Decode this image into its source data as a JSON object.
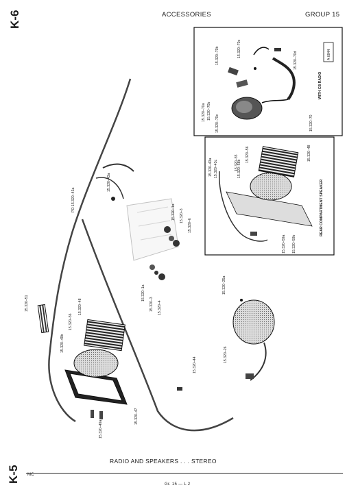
{
  "header": {
    "page_code_top": "K-6",
    "section": "ACCESSORIES",
    "group": "GROUP 15",
    "ref_number": "A 6844"
  },
  "footer": {
    "page_code_bottom": "K-5",
    "caption": "RADIO AND SPEAKERS . . . STEREO",
    "left_mark": "MC",
    "page_ref": "Gr. 15 — L 2"
  },
  "inset_cb": {
    "title": "WITH CB RADIO",
    "labels": [
      "15.320–70b",
      "15.320–70c",
      "15.320–70d",
      "15.320–70a",
      "15.320–70b",
      "15.320–70c",
      "15.320–70"
    ]
  },
  "inset_rear": {
    "title": "REAR COMPARTMENT SPEAKER",
    "labels": [
      "15.320–43a",
      "15.320–43c",
      "15.320–55",
      "15.320–56",
      "15.320–58b",
      "15.320–48",
      "15.320–59a",
      "15.320–59b"
    ]
  },
  "main_labels": [
    "15.320–43a",
    "PO 15.320–43a",
    "15.320–1a",
    "15.320–3",
    "15.320–6",
    "15.320–1a",
    "15.320–3",
    "15.320–4",
    "15.320–25a",
    "15.320–51",
    "15.320–48",
    "15.320–56",
    "15.320–49b",
    "15.320–44",
    "15.320–26",
    "15.320–47",
    "15.320–49a"
  ]
}
